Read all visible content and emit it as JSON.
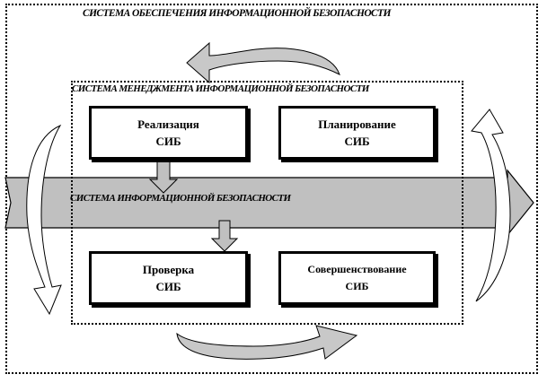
{
  "outer_title": "СИСТЕМА ОБЕСПЕЧЕНИЯ ИНФОРМАЦИОННОЙ БЕЗОПАСНОСТИ",
  "inner_title": "СИСТЕМА МЕНЕДЖМЕНТА ИНФОРМАЦИОННОЙ БЕЗОПАСНОСТИ",
  "band_title": "СИСТЕМА ИНФОРМАЦИОННОЙ БЕЗОПАСНОСТИ",
  "boxes": {
    "top_left": {
      "line1": "Реализация",
      "line2": "СИБ"
    },
    "top_right": {
      "line1": "Планирование",
      "line2": "СИБ"
    },
    "bottom_left": {
      "line1": "Проверка",
      "line2": "СИБ"
    },
    "bottom_right": {
      "line1": "Совершенствование",
      "line2": "СИБ"
    }
  },
  "colors": {
    "band_fill": "#c0c0c0",
    "arrow_fill": "#c8c8c8",
    "stroke": "#000000"
  }
}
